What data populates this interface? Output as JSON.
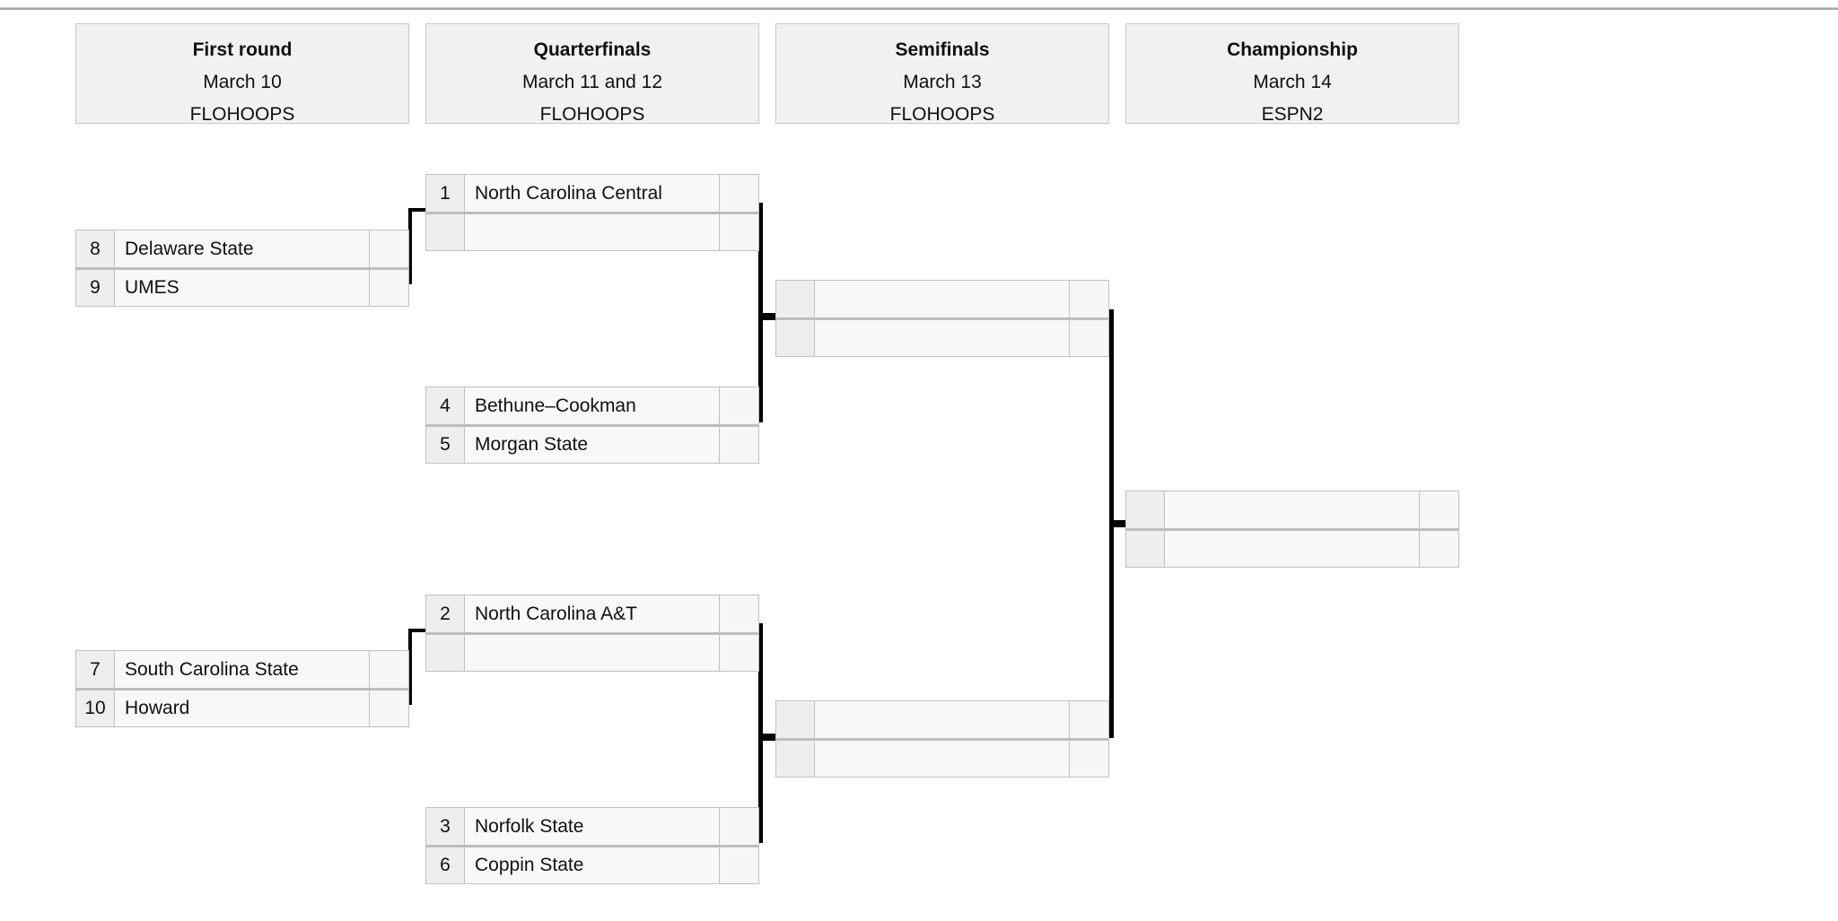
{
  "page": {
    "title": "NCAA conference tournament bracket"
  },
  "rounds": [
    {
      "name": "First round",
      "title": "First round",
      "date": "March 10",
      "network": "FLOHOOPS"
    },
    {
      "name": "Quarterfinals",
      "title": "Quarterfinals",
      "date": "March 11 and 12",
      "network": "FLOHOOPS"
    },
    {
      "name": "Semifinals",
      "title": "Semifinals",
      "date": "March 13",
      "network": "FLOHOOPS"
    },
    {
      "name": "Championship",
      "title": "Championship",
      "date": "March 14",
      "network": "ESPN2"
    }
  ],
  "matches": {
    "first_round_top": {
      "round": "First round",
      "teams": [
        {
          "seed": "8",
          "team": "Delaware State",
          "score": ""
        },
        {
          "seed": "9",
          "team": "UMES",
          "score": ""
        }
      ]
    },
    "first_round_bottom": {
      "round": "First round",
      "teams": [
        {
          "seed": "7",
          "team": "South Carolina State",
          "score": ""
        },
        {
          "seed": "10",
          "team": "Howard",
          "score": ""
        }
      ]
    },
    "quarterfinal_1": {
      "round": "Quarterfinals",
      "teams": [
        {
          "seed": "1",
          "team": "North Carolina Central",
          "score": ""
        },
        {
          "seed": "",
          "team": "",
          "score": ""
        }
      ]
    },
    "quarterfinal_2": {
      "round": "Quarterfinals",
      "teams": [
        {
          "seed": "4",
          "team": "Bethune–Cookman",
          "score": ""
        },
        {
          "seed": "5",
          "team": "Morgan State",
          "score": ""
        }
      ]
    },
    "quarterfinal_3": {
      "round": "Quarterfinals",
      "teams": [
        {
          "seed": "2",
          "team": "North Carolina A&T",
          "score": ""
        },
        {
          "seed": "",
          "team": "",
          "score": ""
        }
      ]
    },
    "quarterfinal_4": {
      "round": "Quarterfinals",
      "teams": [
        {
          "seed": "3",
          "team": "Norfolk State",
          "score": ""
        },
        {
          "seed": "6",
          "team": "Coppin State",
          "score": ""
        }
      ]
    },
    "semifinal_1": {
      "round": "Semifinals",
      "teams": [
        {
          "seed": "",
          "team": "",
          "score": ""
        },
        {
          "seed": "",
          "team": "",
          "score": ""
        }
      ]
    },
    "semifinal_2": {
      "round": "Semifinals",
      "teams": [
        {
          "seed": "",
          "team": "",
          "score": ""
        },
        {
          "seed": "",
          "team": "",
          "score": ""
        }
      ]
    },
    "championship": {
      "round": "Championship",
      "teams": [
        {
          "seed": "",
          "team": "",
          "score": ""
        },
        {
          "seed": "",
          "team": "",
          "score": ""
        }
      ]
    }
  }
}
